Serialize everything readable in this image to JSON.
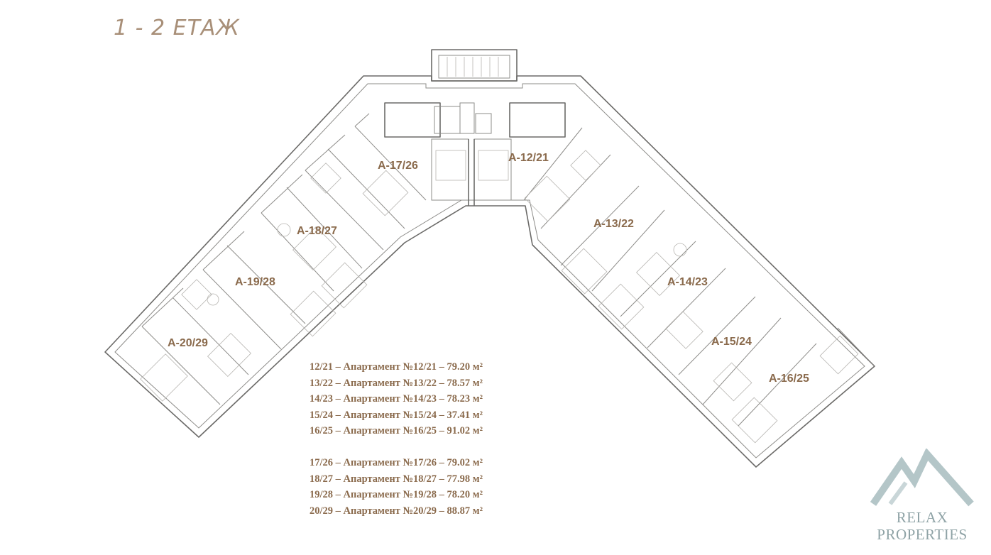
{
  "title": "1 - 2 ЕТАЖ",
  "units": [
    {
      "id": "u12",
      "label": "А-12/21"
    },
    {
      "id": "u13",
      "label": "А-13/22"
    },
    {
      "id": "u14",
      "label": "А-14/23"
    },
    {
      "id": "u15",
      "label": "А-15/24"
    },
    {
      "id": "u16",
      "label": "А-16/25"
    },
    {
      "id": "u17",
      "label": "А-17/26"
    },
    {
      "id": "u18",
      "label": "А-18/27"
    },
    {
      "id": "u19",
      "label": "А-19/28"
    },
    {
      "id": "u20",
      "label": "А-20/29"
    }
  ],
  "legend": {
    "group1": [
      "12/21 – Апартамент №12/21 – 79.20 м²",
      "13/22 – Апартамент №13/22 – 78.57 м²",
      "14/23 – Апартамент №14/23 – 78.23 м²",
      "15/24 – Апартамент №15/24 – 37.41 м²",
      "16/25 – Апартамент №16/25 – 91.02 м²"
    ],
    "group2": [
      "17/26 – Апартамент №17/26 – 79.02 м²",
      "18/27 – Апартамент №18/27 – 77.98 м²",
      "19/28 – Апартамент №19/28 – 78.20 м²",
      "20/29 – Апартамент №20/29 – 88.87 м²"
    ]
  },
  "logo": {
    "line1": "RELAX",
    "line2": "PROPERTIES",
    "icon": "mountain-logo-icon",
    "color": "#8fa3a6"
  },
  "colors": {
    "title": "#a88f78",
    "label": "#8a6a4c"
  }
}
